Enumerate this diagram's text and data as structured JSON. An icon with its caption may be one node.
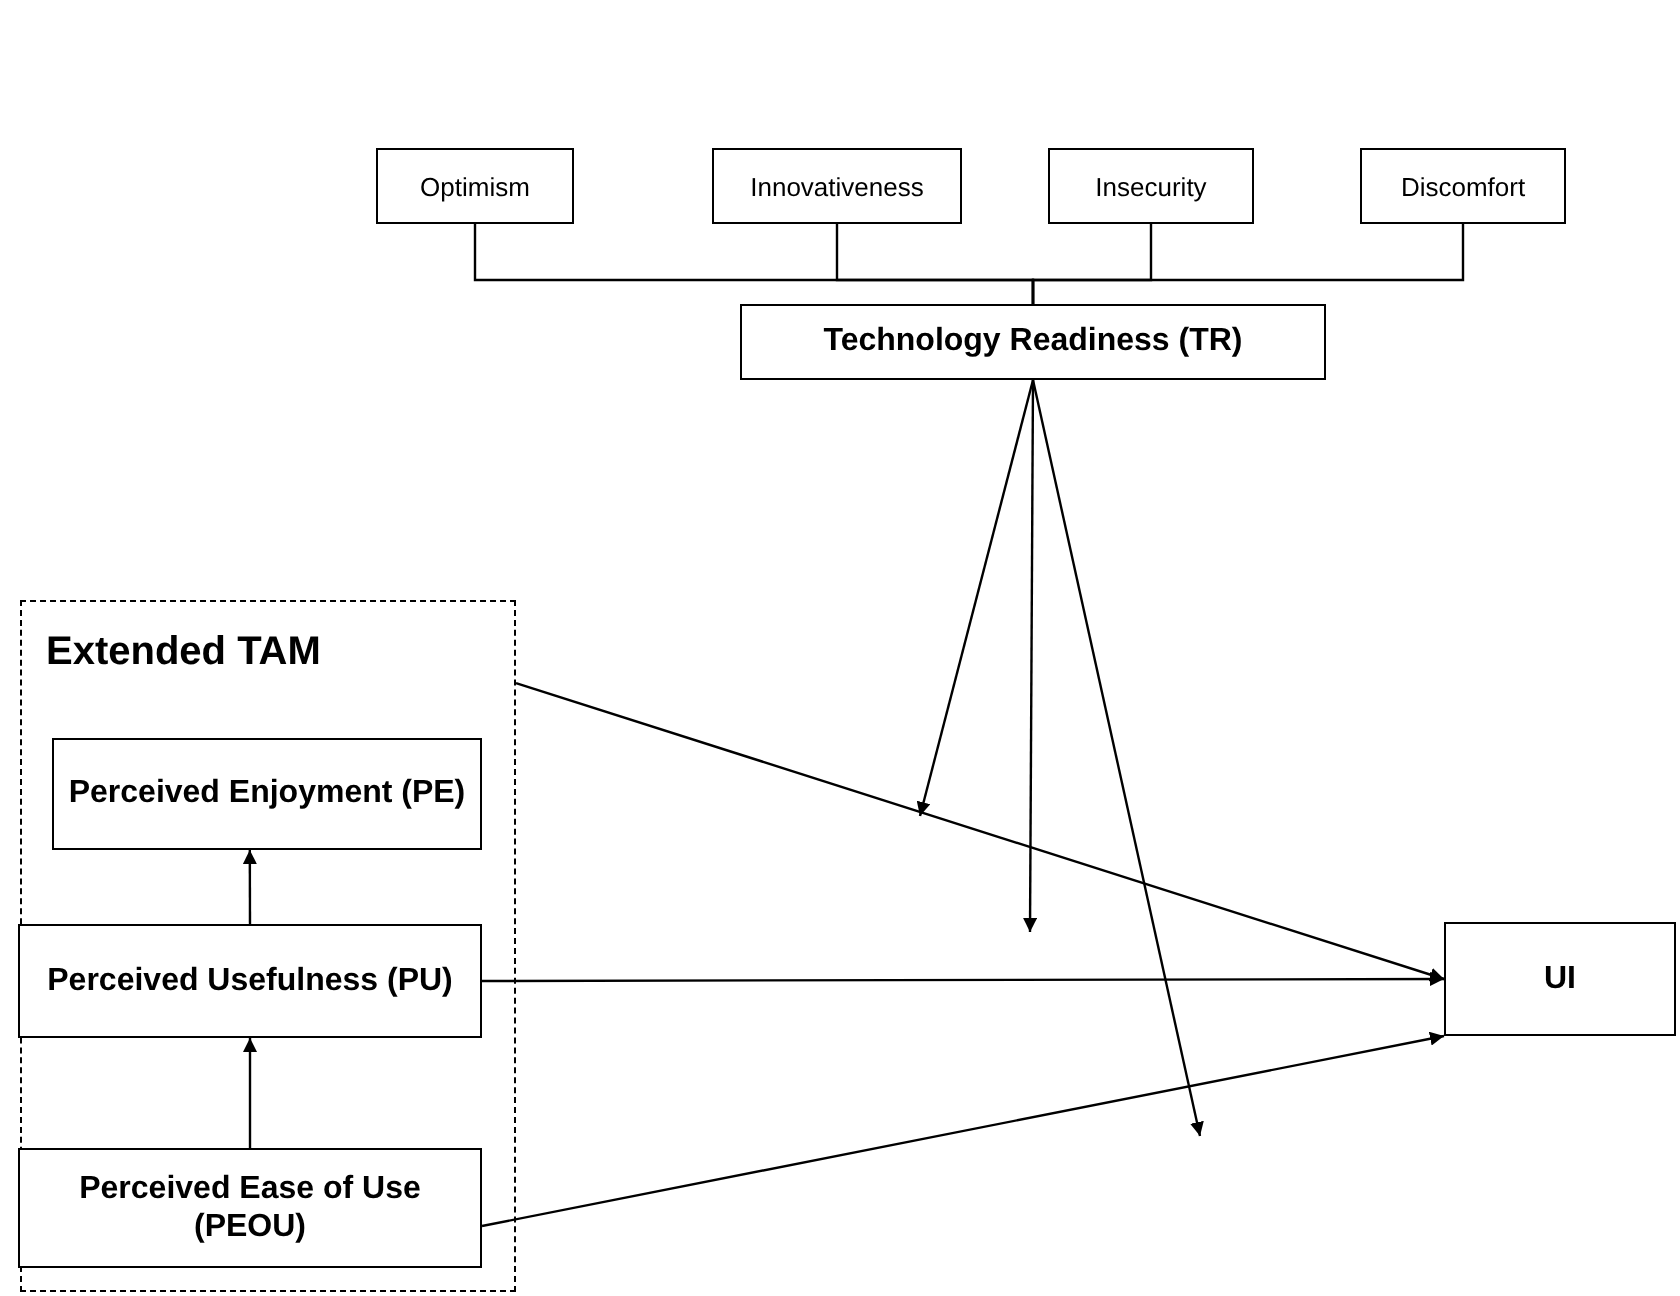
{
  "diagram": {
    "nodes": [
      {
        "text": [
          "Optimism"
        ]
      },
      {
        "text": [
          "Innovativeness"
        ]
      },
      {
        "text": [
          "Insecurity"
        ]
      },
      {
        "text": [
          "Discomfort"
        ]
      },
      {
        "text": [
          "Technology Readiness (TR)"
        ]
      },
      {
        "text": [
          "Extended TAM"
        ]
      },
      {
        "text": [
          "Perceived Enjoyment (PE)"
        ],
        "in": 5
      },
      {
        "text": [
          "Perceived Usefulness (PU)"
        ],
        "in": 5
      },
      {
        "text": [
          "Perceived Ease of Use (PEOU)"
        ],
        "in": 5
      },
      {
        "text": [
          "UI"
        ]
      }
    ],
    "edges": [
      {
        "from": 0,
        "to": 4,
        "arrow": "none"
      },
      {
        "from": 1,
        "to": 4,
        "arrow": "none"
      },
      {
        "from": 2,
        "to": 4,
        "arrow": "none"
      },
      {
        "from": 3,
        "to": 4,
        "arrow": "none"
      },
      {
        "from": 5,
        "to": 9,
        "arrow": "to"
      },
      {
        "from": 7,
        "to": 9,
        "arrow": "to"
      },
      {
        "from": 8,
        "to": 9,
        "arrow": "to"
      },
      {
        "from": 7,
        "to": 6,
        "arrow": "to"
      },
      {
        "from": 8,
        "to": 7,
        "arrow": "to"
      },
      {
        "from": 4,
        "to": null,
        "arrow": "to"
      },
      {
        "from": 4,
        "to": null,
        "arrow": "to"
      },
      {
        "from": 4,
        "to": null,
        "arrow": "to"
      }
    ]
  }
}
